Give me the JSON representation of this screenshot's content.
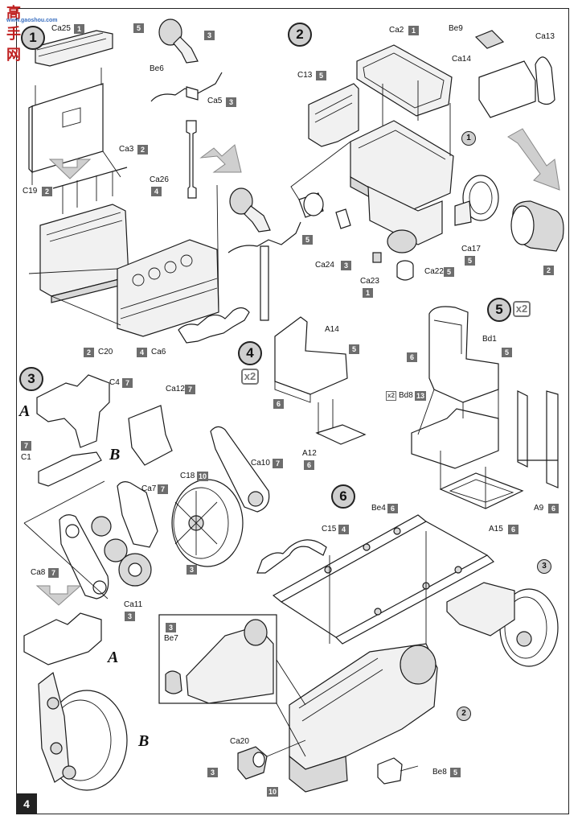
{
  "watermark": {
    "chinese": "高手网",
    "url": "www.gaoshou.com"
  },
  "page_number": "4",
  "steps": [
    {
      "id": "1",
      "label": "1"
    },
    {
      "id": "2",
      "label": "2"
    },
    {
      "id": "3",
      "label": "3"
    },
    {
      "id": "4",
      "label": "4",
      "multiplier": "x2"
    },
    {
      "id": "5",
      "label": "5",
      "multiplier": "x2"
    },
    {
      "id": "6",
      "label": "6"
    }
  ],
  "sub_labels": {
    "a": "A",
    "b": "B"
  },
  "ref_markers": {
    "r1": "1",
    "r2": "2",
    "r3": "3"
  },
  "parts": {
    "ca25": {
      "name": "Ca25",
      "qty": "1"
    },
    "be6": {
      "name": "Be6",
      "qty": "5"
    },
    "ca5": {
      "name": "Ca5",
      "qty": "3"
    },
    "step1_top_qty": "3",
    "ca3": {
      "name": "Ca3",
      "qty": "2"
    },
    "c19": {
      "name": "C19",
      "qty": "2"
    },
    "ca26": {
      "name": "Ca26",
      "qty": "4"
    },
    "c20": {
      "name": "C20",
      "qty": "2"
    },
    "ca6": {
      "name": "Ca6",
      "qty": "4"
    },
    "ca2": {
      "name": "Ca2",
      "qty": "1"
    },
    "be9": {
      "name": "Be9"
    },
    "ca13": {
      "name": "Ca13"
    },
    "ca14": {
      "name": "Ca14"
    },
    "c13": {
      "name": "C13",
      "qty": "5"
    },
    "ca17": {
      "name": "Ca17",
      "qty": "5"
    },
    "step2_right_qty": "2",
    "ca24": {
      "name": "Ca24",
      "qty": "3"
    },
    "step2_left_qty": "5",
    "ca22": {
      "name": "Ca22",
      "qty": "5"
    },
    "ca23": {
      "name": "Ca23",
      "qty": "1"
    },
    "c4": {
      "name": "C4",
      "qty": "7"
    },
    "ca12": {
      "name": "Ca12",
      "qty": "7"
    },
    "c1": {
      "name": "C1",
      "qty": "7"
    },
    "ca10": {
      "name": "Ca10",
      "qty": "7"
    },
    "c18": {
      "name": "C18",
      "qty": "10"
    },
    "ca7": {
      "name": "Ca7",
      "qty": "7"
    },
    "ca8": {
      "name": "Ca8",
      "qty": "7"
    },
    "ca11": {
      "name": "Ca11",
      "qty": "3"
    },
    "step3_wheel_qty": "3",
    "a14": {
      "name": "A14",
      "qty": "5"
    },
    "step4_left_qty": "6",
    "a12": {
      "name": "A12",
      "qty": "6"
    },
    "bd1": {
      "name": "Bd1",
      "qty": "5"
    },
    "step5_left_qty": "6",
    "bd8": {
      "name": "Bd8",
      "qty": "13",
      "mult": "x2"
    },
    "a9": {
      "name": "A9",
      "qty": "6"
    },
    "a15": {
      "name": "A15",
      "qty": "6"
    },
    "be4": {
      "name": "Be4",
      "qty": "6"
    },
    "c15": {
      "name": "C15",
      "qty": "4"
    },
    "be7": {
      "name": "Be7",
      "qty": "3"
    },
    "ca20": {
      "name": "Ca20",
      "qty": "3",
      "qty2": "10"
    },
    "be8": {
      "name": "Be8",
      "qty": "5"
    }
  }
}
